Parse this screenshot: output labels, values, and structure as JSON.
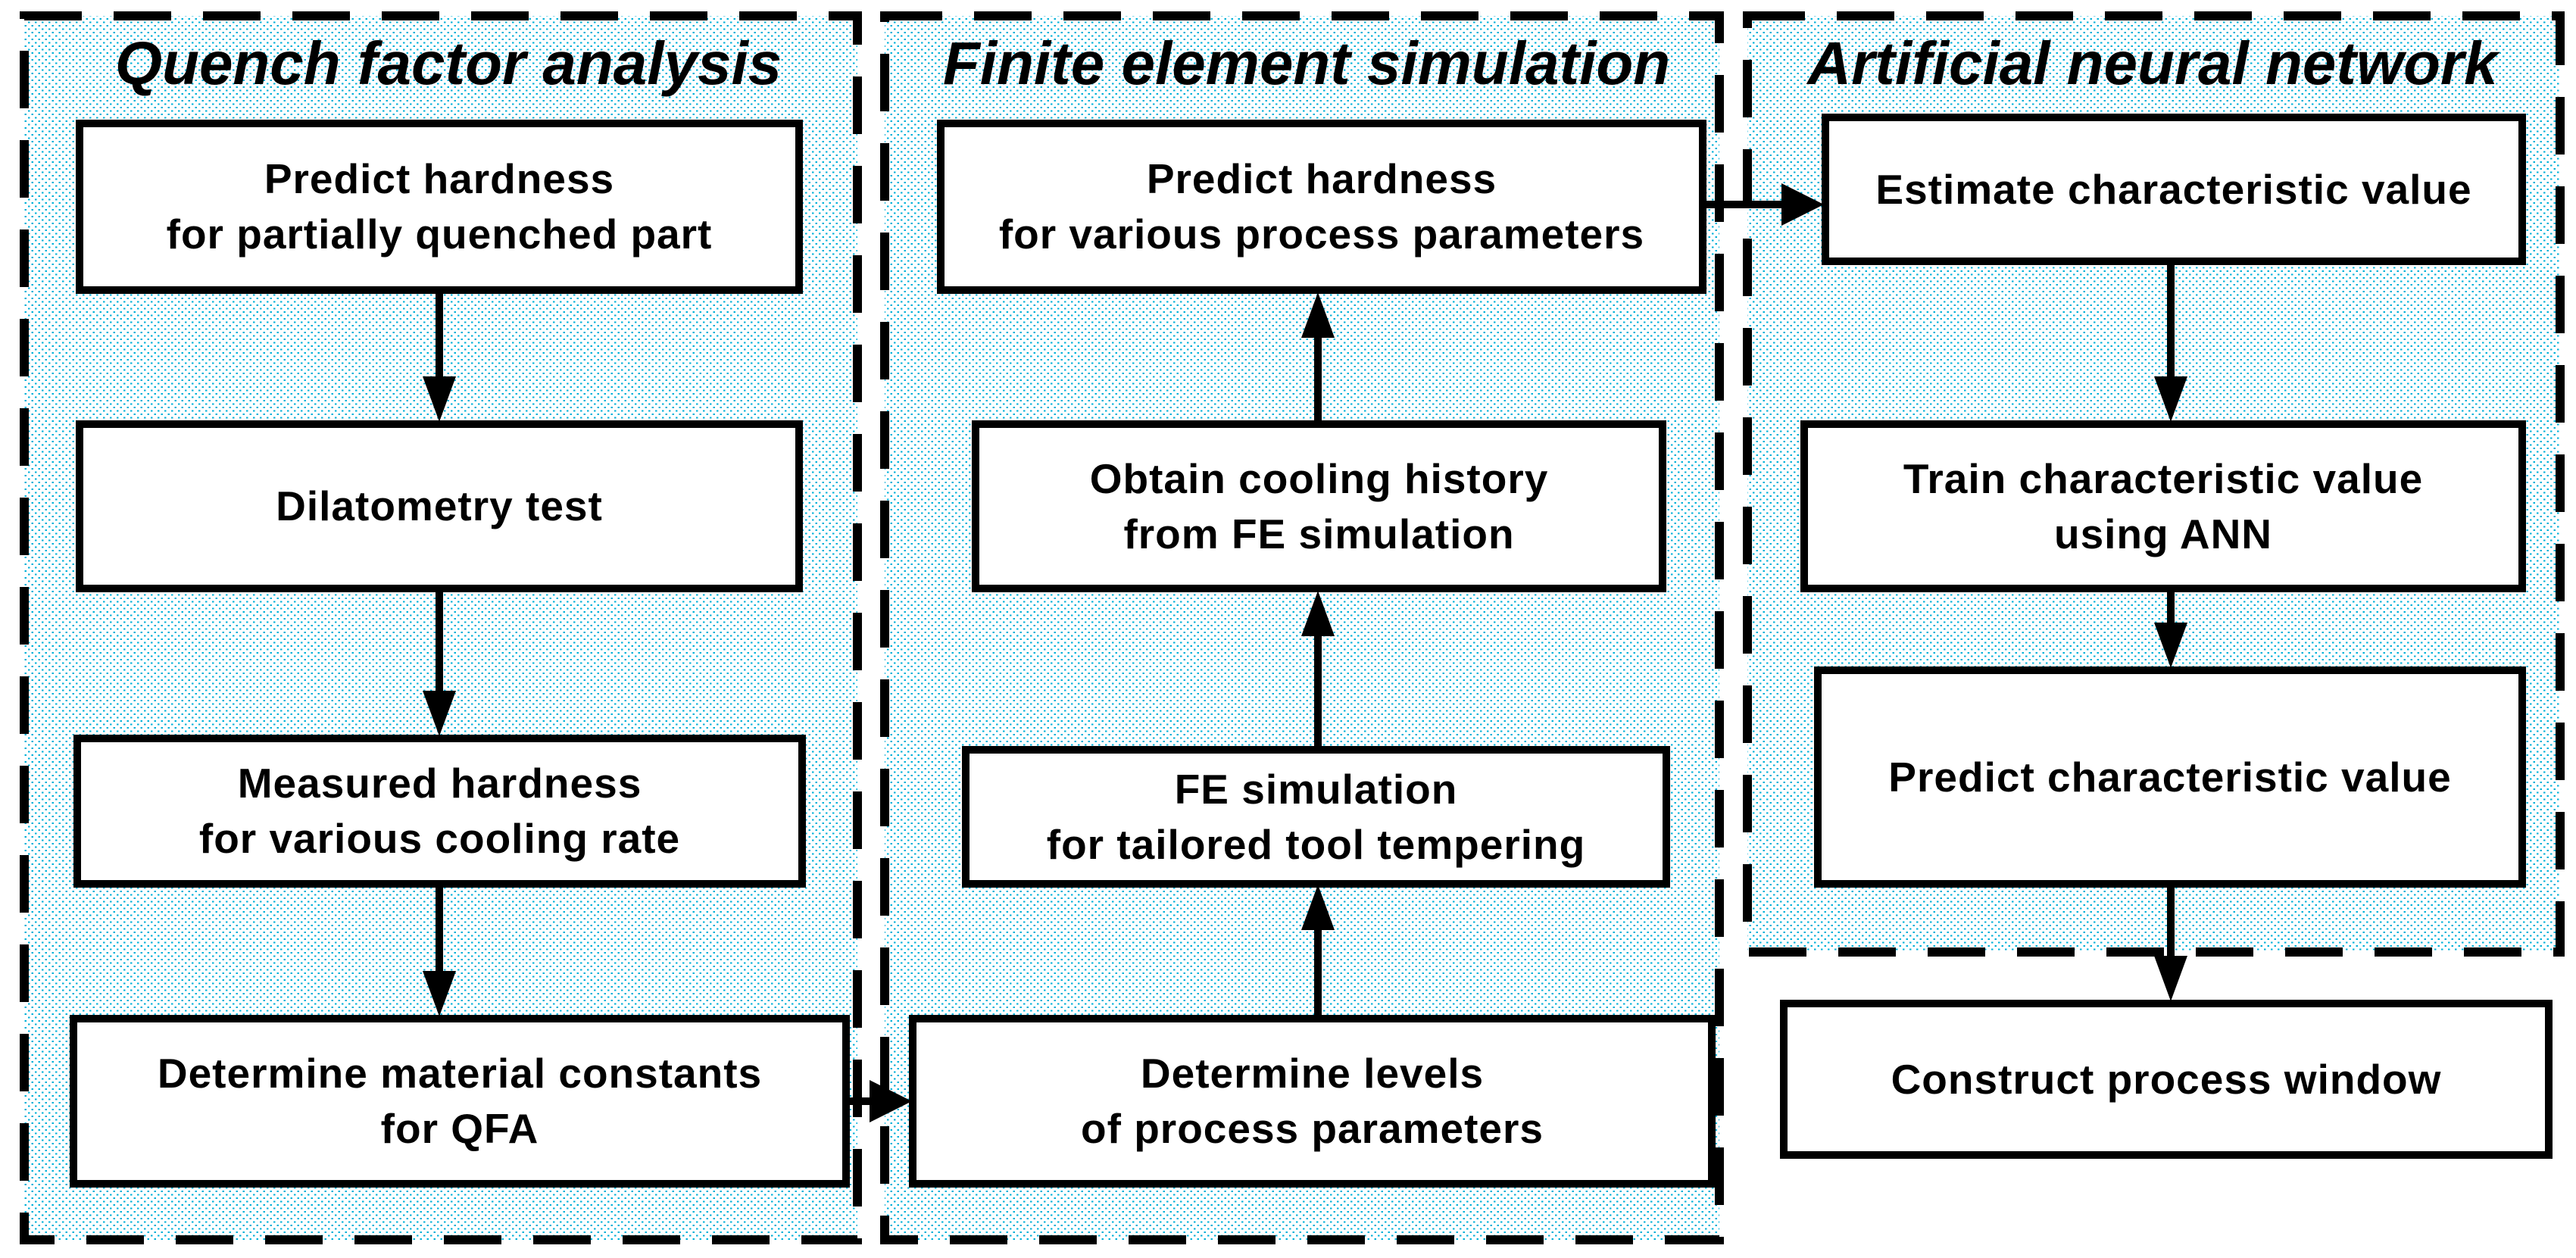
{
  "figure": {
    "type": "flowchart",
    "panels": [
      {
        "id": "qfa",
        "title": "Quench factor analysis",
        "boxes": [
          {
            "id": "qfa-1",
            "lines": [
              "Predict hardness",
              "for partially quenched part"
            ]
          },
          {
            "id": "qfa-2",
            "lines": [
              "Dilatometry test"
            ]
          },
          {
            "id": "qfa-3",
            "lines": [
              "Measured hardness",
              "for various cooling rate"
            ]
          },
          {
            "id": "qfa-4",
            "lines": [
              "Determine material constants",
              "for QFA"
            ]
          }
        ]
      },
      {
        "id": "fes",
        "title": "Finite element simulation",
        "boxes": [
          {
            "id": "fes-1",
            "lines": [
              "Predict hardness",
              "for various process parameters"
            ]
          },
          {
            "id": "fes-2",
            "lines": [
              "Obtain cooling history",
              "from FE simulation"
            ]
          },
          {
            "id": "fes-3",
            "lines": [
              "FE simulation",
              "for tailored tool tempering"
            ]
          },
          {
            "id": "fes-4",
            "lines": [
              "Determine levels",
              "of process parameters"
            ]
          }
        ]
      },
      {
        "id": "ann",
        "title": "Artificial neural network",
        "boxes": [
          {
            "id": "ann-1",
            "lines": [
              "Estimate characteristic value"
            ]
          },
          {
            "id": "ann-2",
            "lines": [
              "Train characteristic value",
              "using ANN"
            ]
          },
          {
            "id": "ann-3",
            "lines": [
              "Predict characteristic value"
            ]
          }
        ]
      }
    ],
    "outside_box": {
      "id": "construct",
      "lines": [
        "Construct process window"
      ]
    },
    "arrows": [
      {
        "from": "qfa-1",
        "to": "qfa-2",
        "direction": "down"
      },
      {
        "from": "qfa-2",
        "to": "qfa-3",
        "direction": "down"
      },
      {
        "from": "qfa-3",
        "to": "qfa-4",
        "direction": "down"
      },
      {
        "from": "qfa-4",
        "to": "fes-4",
        "direction": "right"
      },
      {
        "from": "fes-4",
        "to": "fes-3",
        "direction": "up"
      },
      {
        "from": "fes-3",
        "to": "fes-2",
        "direction": "up"
      },
      {
        "from": "fes-2",
        "to": "fes-1",
        "direction": "up"
      },
      {
        "from": "fes-1",
        "to": "ann-1",
        "direction": "right"
      },
      {
        "from": "ann-1",
        "to": "ann-2",
        "direction": "down"
      },
      {
        "from": "ann-2",
        "to": "ann-3",
        "direction": "down"
      },
      {
        "from": "ann-3",
        "to": "construct",
        "direction": "down"
      }
    ],
    "colors": {
      "ink": "#000000",
      "box_fill": "#ffffff",
      "panel_dot": "#00b0d8",
      "panel_bg": "#ffffff"
    }
  }
}
